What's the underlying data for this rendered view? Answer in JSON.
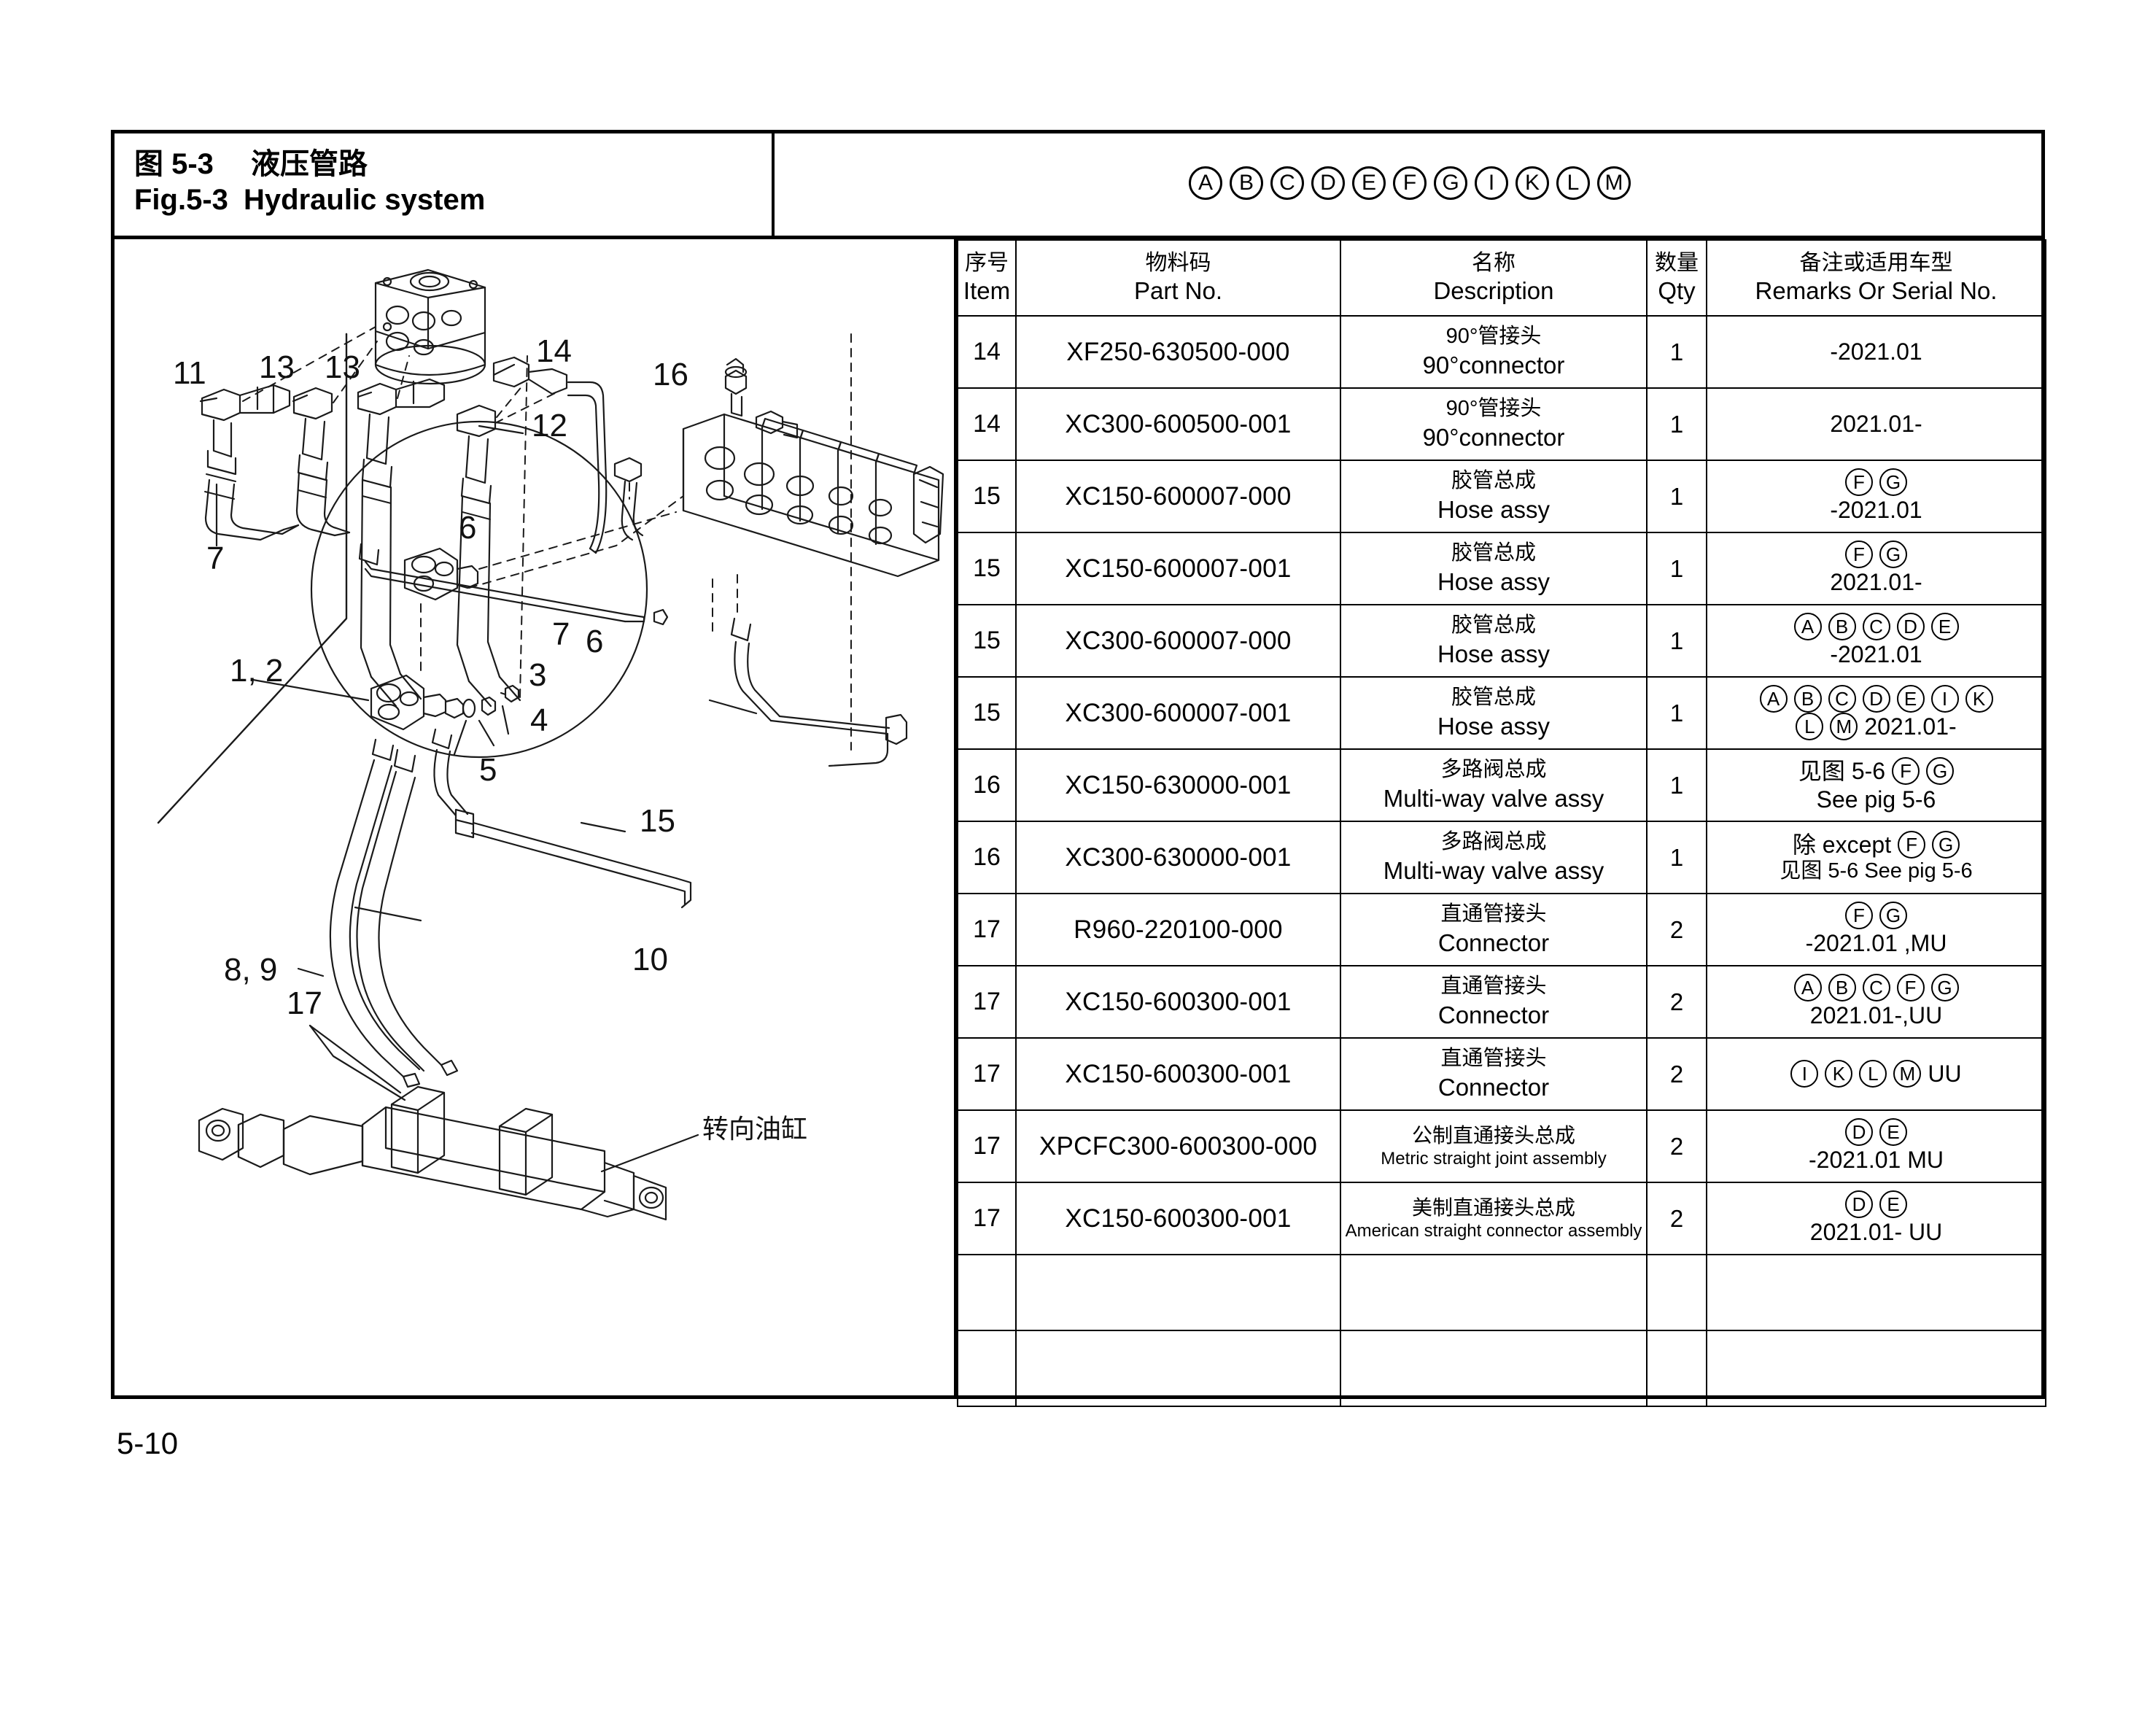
{
  "figure": {
    "number_cn": "图 5-3",
    "title_cn": "液压管路",
    "number_en": "Fig.5-3",
    "title_en": "Hydraulic system"
  },
  "model_codes": [
    "A",
    "B",
    "C",
    "D",
    "E",
    "F",
    "G",
    "I",
    "K",
    "L",
    "M"
  ],
  "table": {
    "headers": {
      "item_cn": "序号",
      "item_en": "Item",
      "part_cn": "物料码",
      "part_en": "Part No.",
      "desc_cn": "名称",
      "desc_en": "Description",
      "qty_cn": "数量",
      "qty_en": "Qty",
      "remarks_cn": "备注或适用车型",
      "remarks_en": "Remarks Or Serial No."
    },
    "rows": [
      {
        "item": "14",
        "part_no": "XF250-630500-000",
        "desc_cn": "90°管接头",
        "desc_en": "90°connector",
        "qty": "1",
        "remark_lines": [
          {
            "codes": [],
            "text": "-2021.01"
          }
        ]
      },
      {
        "item": "14",
        "part_no": "XC300-600500-001",
        "desc_cn": "90°管接头",
        "desc_en": "90°connector",
        "qty": "1",
        "remark_lines": [
          {
            "codes": [],
            "text": "2021.01-"
          }
        ]
      },
      {
        "item": "15",
        "part_no": "XC150-600007-000",
        "desc_cn": "胶管总成",
        "desc_en": "Hose assy",
        "qty": "1",
        "remark_lines": [
          {
            "codes": [
              "F",
              "G"
            ],
            "text": ""
          },
          {
            "codes": [],
            "text": "-2021.01"
          }
        ]
      },
      {
        "item": "15",
        "part_no": "XC150-600007-001",
        "desc_cn": "胶管总成",
        "desc_en": "Hose assy",
        "qty": "1",
        "remark_lines": [
          {
            "codes": [
              "F",
              "G"
            ],
            "text": ""
          },
          {
            "codes": [],
            "text": "2021.01-"
          }
        ]
      },
      {
        "item": "15",
        "part_no": "XC300-600007-000",
        "desc_cn": "胶管总成",
        "desc_en": "Hose assy",
        "qty": "1",
        "remark_lines": [
          {
            "codes": [
              "A",
              "B",
              "C",
              "D",
              "E"
            ],
            "text": ""
          },
          {
            "codes": [],
            "text": "-2021.01"
          }
        ]
      },
      {
        "item": "15",
        "part_no": "XC300-600007-001",
        "desc_cn": "胶管总成",
        "desc_en": "Hose assy",
        "qty": "1",
        "remark_lines": [
          {
            "codes": [
              "A",
              "B",
              "C",
              "D",
              "E",
              "I",
              "K"
            ],
            "text": ""
          },
          {
            "codes": [
              "L",
              "M"
            ],
            "text": "2021.01-"
          }
        ]
      },
      {
        "item": "16",
        "part_no": "XC150-630000-001",
        "desc_cn": "多路阀总成",
        "desc_en": "Multi-way valve assy",
        "qty": "1",
        "remark_lines": [
          {
            "codes": [
              "F",
              "G"
            ],
            "text": "见图 5-6",
            "text_first": true
          },
          {
            "codes": [],
            "text": "See pig 5-6"
          }
        ]
      },
      {
        "item": "16",
        "part_no": "XC300-630000-001",
        "desc_cn": "多路阀总成",
        "desc_en": "Multi-way valve assy",
        "qty": "1",
        "remark_lines": [
          {
            "codes": [
              "F",
              "G"
            ],
            "text": "除 except",
            "text_first": true
          },
          {
            "codes": [],
            "text": "见图 5-6 See pig 5-6",
            "small": true
          }
        ]
      },
      {
        "item": "17",
        "part_no": "R960-220100-000",
        "desc_cn": "直通管接头",
        "desc_en": "Connector",
        "qty": "2",
        "remark_lines": [
          {
            "codes": [
              "F",
              "G"
            ],
            "text": ""
          },
          {
            "codes": [],
            "text": "-2021.01 ,MU"
          }
        ]
      },
      {
        "item": "17",
        "part_no": "XC150-600300-001",
        "desc_cn": "直通管接头",
        "desc_en": "Connector",
        "qty": "2",
        "remark_lines": [
          {
            "codes": [
              "A",
              "B",
              "C",
              "F",
              "G"
            ],
            "text": ""
          },
          {
            "codes": [],
            "text": "2021.01-,UU"
          }
        ]
      },
      {
        "item": "17",
        "part_no": "XC150-600300-001",
        "desc_cn": "直通管接头",
        "desc_en": "Connector",
        "qty": "2",
        "remark_lines": [
          {
            "codes": [
              "I",
              "K",
              "L",
              "M"
            ],
            "text": "UU"
          }
        ]
      },
      {
        "item": "17",
        "part_no": "XPCFC300-600300-000",
        "desc_cn": "公制直通接头总成",
        "desc_en": "Metric straight joint assembly",
        "desc_en_small": true,
        "qty": "2",
        "remark_lines": [
          {
            "codes": [
              "D",
              "E"
            ],
            "text": ""
          },
          {
            "codes": [],
            "text": "-2021.01 MU"
          }
        ]
      },
      {
        "item": "17",
        "part_no": "XC150-600300-001",
        "desc_cn": "美制直通接头总成",
        "desc_en": "American straight connector assembly",
        "desc_en_small": true,
        "qty": "2",
        "remark_lines": [
          {
            "codes": [
              "D",
              "E"
            ],
            "text": ""
          },
          {
            "codes": [],
            "text": "2021.01- UU"
          }
        ]
      },
      {
        "item": "",
        "part_no": "",
        "desc_cn": "",
        "desc_en": "",
        "qty": "",
        "remark_lines": [],
        "empty": true
      },
      {
        "item": "",
        "part_no": "",
        "desc_cn": "",
        "desc_en": "",
        "qty": "",
        "remark_lines": [],
        "empty": true
      }
    ]
  },
  "diagram": {
    "callouts": [
      "11",
      "13",
      "13",
      "14",
      "12",
      "7",
      "16",
      "6",
      "7",
      "6",
      "1, 2",
      "3",
      "4",
      "5",
      "15",
      "8, 9",
      "10",
      "17"
    ],
    "annotation_cn": "转向油缸"
  },
  "page_number": "5-10"
}
